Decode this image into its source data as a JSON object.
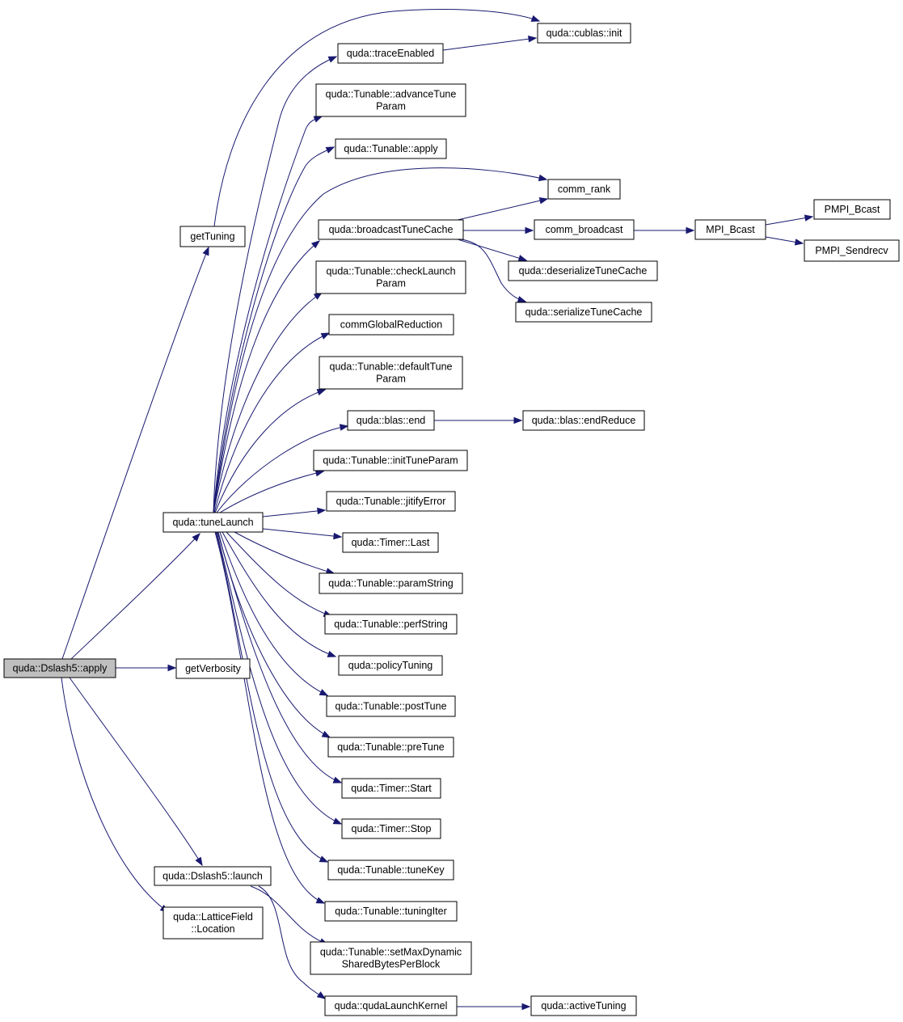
{
  "graph": {
    "nodes": [
      {
        "id": "apply_root",
        "name": "node-dslash5-apply",
        "lines": [
          "quda::Dslash5::apply"
        ],
        "root": true
      },
      {
        "id": "getTuning",
        "name": "node-get-tuning",
        "lines": [
          "getTuning"
        ]
      },
      {
        "id": "tuneLaunch",
        "name": "node-tune-launch",
        "lines": [
          "quda::tuneLaunch"
        ]
      },
      {
        "id": "getVerbosity",
        "name": "node-get-verbosity",
        "lines": [
          "getVerbosity"
        ]
      },
      {
        "id": "launch",
        "name": "node-dslash5-launch",
        "lines": [
          "quda::Dslash5::launch"
        ]
      },
      {
        "id": "location",
        "name": "node-lattice-field-location",
        "lines": [
          "quda::LatticeField",
          "::Location"
        ]
      },
      {
        "id": "traceEnabled",
        "name": "node-trace-enabled",
        "lines": [
          "quda::traceEnabled"
        ]
      },
      {
        "id": "cublasInit",
        "name": "node-cublas-init",
        "lines": [
          "quda::cublas::init"
        ]
      },
      {
        "id": "advanceTuneParam",
        "name": "node-advance-tune-param",
        "lines": [
          "quda::Tunable::advanceTune",
          "Param"
        ]
      },
      {
        "id": "tunableApply",
        "name": "node-tunable-apply",
        "lines": [
          "quda::Tunable::apply"
        ]
      },
      {
        "id": "commRank",
        "name": "node-comm-rank",
        "lines": [
          "comm_rank"
        ]
      },
      {
        "id": "broadcastTuneCache",
        "name": "node-broadcast-tune-cache",
        "lines": [
          "quda::broadcastTuneCache"
        ]
      },
      {
        "id": "commBroadcast",
        "name": "node-comm-broadcast",
        "lines": [
          "comm_broadcast"
        ]
      },
      {
        "id": "mpiBcast",
        "name": "node-mpi-bcast",
        "lines": [
          "MPI_Bcast"
        ]
      },
      {
        "id": "pmpiBcast",
        "name": "node-pmpi-bcast",
        "lines": [
          "PMPI_Bcast"
        ]
      },
      {
        "id": "pmpiSendrecv",
        "name": "node-pmpi-sendrecv",
        "lines": [
          "PMPI_Sendrecv"
        ]
      },
      {
        "id": "deserialize",
        "name": "node-deserialize-tune-cache",
        "lines": [
          "quda::deserializeTuneCache"
        ]
      },
      {
        "id": "serialize",
        "name": "node-serialize-tune-cache",
        "lines": [
          "quda::serializeTuneCache"
        ]
      },
      {
        "id": "checkLaunchParam",
        "name": "node-check-launch-param",
        "lines": [
          "quda::Tunable::checkLaunch",
          "Param"
        ]
      },
      {
        "id": "commGlobalReduction",
        "name": "node-comm-global-reduction",
        "lines": [
          "commGlobalReduction"
        ]
      },
      {
        "id": "defaultTuneParam",
        "name": "node-default-tune-param",
        "lines": [
          "quda::Tunable::defaultTune",
          "Param"
        ]
      },
      {
        "id": "blasEnd",
        "name": "node-blas-end",
        "lines": [
          "quda::blas::end"
        ]
      },
      {
        "id": "blasEndReduce",
        "name": "node-blas-end-reduce",
        "lines": [
          "quda::blas::endReduce"
        ]
      },
      {
        "id": "initTuneParam",
        "name": "node-init-tune-param",
        "lines": [
          "quda::Tunable::initTuneParam"
        ]
      },
      {
        "id": "jitifyError",
        "name": "node-jitify-error",
        "lines": [
          "quda::Tunable::jitifyError"
        ]
      },
      {
        "id": "timerLast",
        "name": "node-timer-last",
        "lines": [
          "quda::Timer::Last"
        ]
      },
      {
        "id": "paramString",
        "name": "node-param-string",
        "lines": [
          "quda::Tunable::paramString"
        ]
      },
      {
        "id": "perfString",
        "name": "node-perf-string",
        "lines": [
          "quda::Tunable::perfString"
        ]
      },
      {
        "id": "policyTuning",
        "name": "node-policy-tuning",
        "lines": [
          "quda::policyTuning"
        ]
      },
      {
        "id": "postTune",
        "name": "node-post-tune",
        "lines": [
          "quda::Tunable::postTune"
        ]
      },
      {
        "id": "preTune",
        "name": "node-pre-tune",
        "lines": [
          "quda::Tunable::preTune"
        ]
      },
      {
        "id": "timerStart",
        "name": "node-timer-start",
        "lines": [
          "quda::Timer::Start"
        ]
      },
      {
        "id": "timerStop",
        "name": "node-timer-stop",
        "lines": [
          "quda::Timer::Stop"
        ]
      },
      {
        "id": "tuneKey",
        "name": "node-tune-key",
        "lines": [
          "quda::Tunable::tuneKey"
        ]
      },
      {
        "id": "tuningIter",
        "name": "node-tuning-iter",
        "lines": [
          "quda::Tunable::tuningIter"
        ]
      },
      {
        "id": "setMaxDynamic",
        "name": "node-set-max-dynamic-shared-bytes",
        "lines": [
          "quda::Tunable::setMaxDynamic",
          "SharedBytesPerBlock"
        ]
      },
      {
        "id": "qudaLaunchKernel",
        "name": "node-quda-launch-kernel",
        "lines": [
          "quda::qudaLaunchKernel"
        ]
      },
      {
        "id": "activeTuning",
        "name": "node-active-tuning",
        "lines": [
          "quda::activeTuning"
        ]
      }
    ]
  }
}
